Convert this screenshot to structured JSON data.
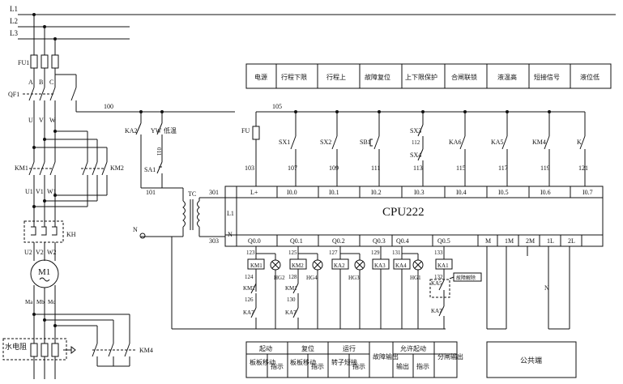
{
  "power_lines": [
    "L1",
    "L2",
    "L3"
  ],
  "fuse_fu1": "FU1",
  "phase_tags": [
    "A",
    "B",
    "C"
  ],
  "breaker_qf1": "QF1",
  "phase_uvw": [
    "U",
    "V",
    "W"
  ],
  "node_100": "100",
  "contactor_km1": "KM1",
  "contactor_km2": "KM2",
  "phase_u1v1w1": [
    "U1",
    "V1",
    "W1"
  ],
  "thermal_kh": "KH",
  "phase_u2v2w2": [
    "U2",
    "V2",
    "W2"
  ],
  "motor_m1": "M1",
  "rotor_terms": [
    "Ma",
    "Mb",
    "Mc"
  ],
  "water_resistor": "水电阻",
  "contact_km4": "KM4",
  "ka2_label": "KA2",
  "yw_label": "YW",
  "low_temp_label": "低温",
  "node_011": "011",
  "sa1_label": "SA1",
  "node_101": "101",
  "neutral_n": "N",
  "tc_label": "TC",
  "node_301": "301",
  "node_303": "303",
  "l1_port": "L1",
  "n_port": "N",
  "top_func_labels": [
    "电源",
    "行程下限",
    "行程上",
    "故障复位",
    "上下限保护",
    "合闸联锁",
    "液温高",
    "短接信号",
    "液位低"
  ],
  "node_105": "105",
  "input_devices": [
    "FU",
    "SX1",
    "SX2",
    "SB1",
    "SX3",
    "KA6",
    "KA5",
    "KM4",
    "K"
  ],
  "sx4_label": "SX4",
  "node_112": "112",
  "input_wires": [
    "103",
    "107",
    "109",
    "111",
    "113",
    "115",
    "117",
    "119",
    "121"
  ],
  "input_terms": [
    "L+",
    "I0.0",
    "I0.1",
    "I0.2",
    "I0.3",
    "I0.4",
    "I0.5",
    "I0.6",
    "I0.7"
  ],
  "cpu_label": "CPU222",
  "output_terms": [
    "Q0.0",
    "Q0.1",
    "Q0.2",
    "Q0.3",
    "Q0.4",
    "Q0.5",
    "M",
    "1M",
    "2M",
    "1L",
    "2L"
  ],
  "out_top_wires": [
    "123",
    "125",
    "127",
    "129",
    "131",
    "133"
  ],
  "out_coils": [
    "KM1",
    "KM2",
    "KA2",
    "KA3",
    "KA4",
    "KA1"
  ],
  "out_lamps": [
    "HG2",
    "HG4",
    "HG3",
    "HG1"
  ],
  "ch1_chain": [
    "124",
    "KM2",
    "126",
    "KA7"
  ],
  "ch2_chain": [
    "128",
    "KM1",
    "130",
    "KA7"
  ],
  "ch6_chain": [
    "132",
    "KA5",
    "KA7"
  ],
  "fault_dep_note": "故障解除",
  "n_right": "N",
  "bottom_groups": [
    "起动",
    "复位",
    "运行",
    "允许起动"
  ],
  "bottom_cells": [
    "板板移动",
    "指示",
    "板板移动",
    "指示",
    "转子短接",
    "指示",
    "故障输出",
    "输出",
    "指示",
    "分闸输出"
  ],
  "common_label": "公共端"
}
